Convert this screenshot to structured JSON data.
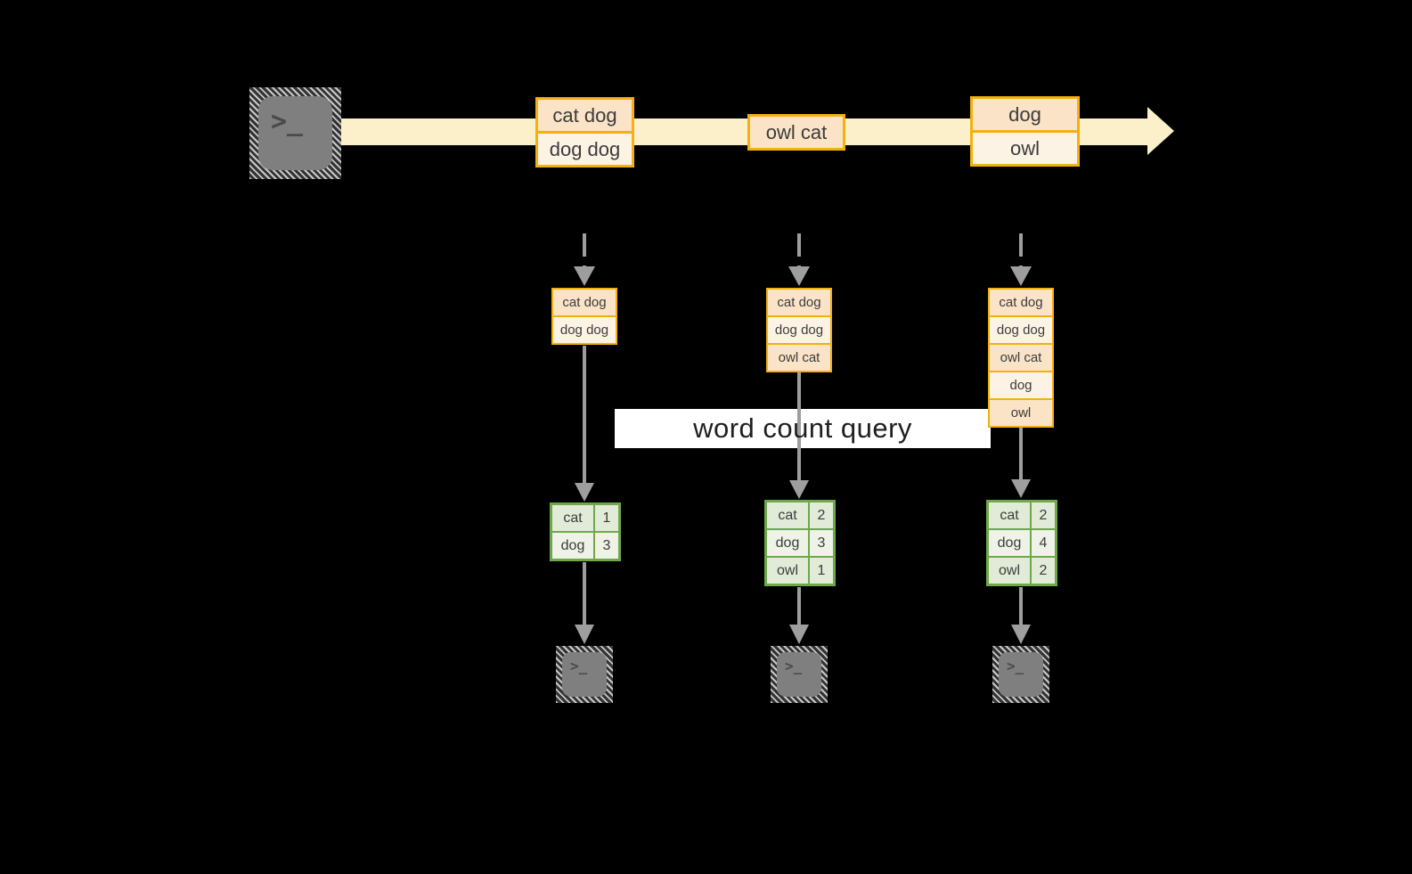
{
  "banner": {
    "label": "word count query"
  },
  "terminal": {
    "glyph": ">_"
  },
  "stream": {
    "batches": [
      {
        "lines": [
          "cat dog",
          "dog dog"
        ]
      },
      {
        "lines": [
          "owl cat"
        ]
      },
      {
        "lines": [
          "dog",
          "owl"
        ]
      }
    ]
  },
  "columns": [
    {
      "input_lines": [
        "cat dog",
        "dog dog"
      ],
      "results": [
        {
          "word": "cat",
          "count": "1"
        },
        {
          "word": "dog",
          "count": "3"
        }
      ]
    },
    {
      "input_lines": [
        "cat dog",
        "dog dog",
        "owl cat"
      ],
      "results": [
        {
          "word": "cat",
          "count": "2"
        },
        {
          "word": "dog",
          "count": "3"
        },
        {
          "word": "owl",
          "count": "1"
        }
      ]
    },
    {
      "input_lines": [
        "cat dog",
        "dog dog",
        "owl cat",
        "dog",
        "owl"
      ],
      "results": [
        {
          "word": "cat",
          "count": "2"
        },
        {
          "word": "dog",
          "count": "4"
        },
        {
          "word": "owl",
          "count": "2"
        }
      ]
    }
  ],
  "colors": {
    "background": "#000000",
    "stream_arrow_fill": "#fcf0cb",
    "orange_border": "#f2b10e",
    "peach_fill": "#fae3c7",
    "cream_fill": "#fdf3e4",
    "green_border": "#6fa84c",
    "green_fill": "#e2ead8",
    "connector_gray": "#9e9e9e",
    "terminal_gray": "#7f7f7f",
    "banner_bg": "#ffffff"
  }
}
